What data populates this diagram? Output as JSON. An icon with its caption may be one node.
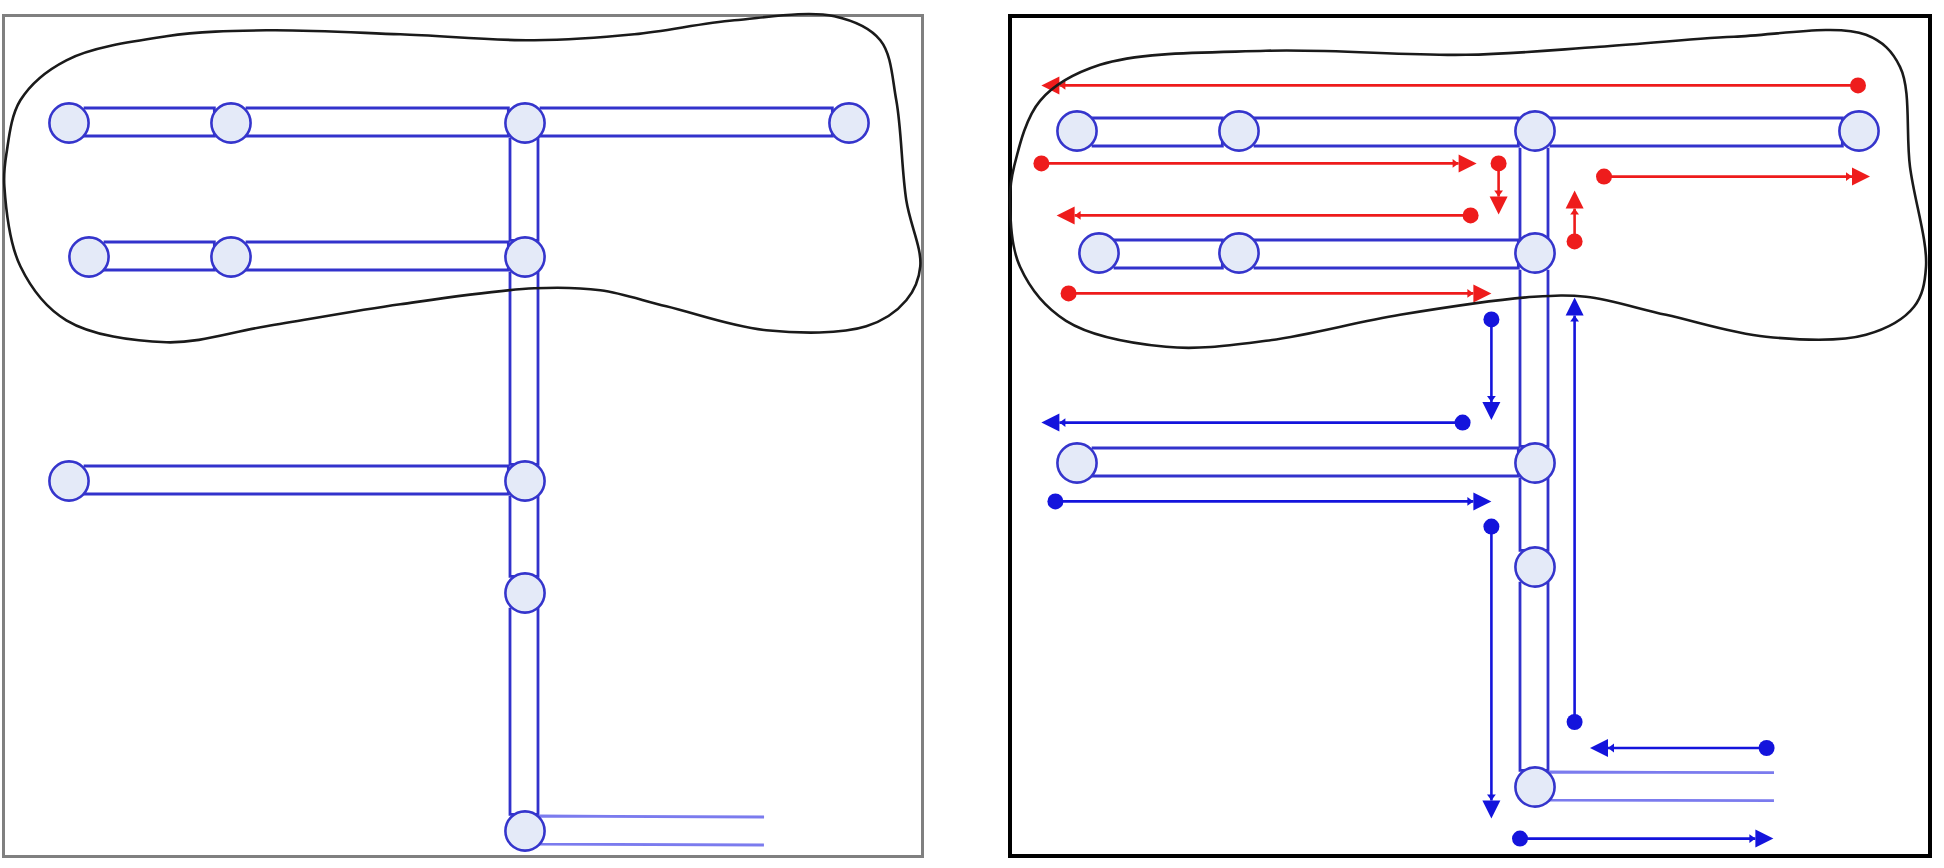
{
  "diagram": {
    "nodes": [
      {
        "text": [],
        "shape": "box"
      },
      {
        "text": [],
        "shape": "cloud",
        "in": 0
      },
      {
        "text": [],
        "shape": "circle",
        "in": 1
      },
      {
        "text": [],
        "shape": "circle",
        "in": 1
      },
      {
        "text": [],
        "shape": "circle",
        "in": 1
      },
      {
        "text": [],
        "shape": "circle",
        "in": 1
      },
      {
        "text": [],
        "shape": "circle",
        "in": 1
      },
      {
        "text": [],
        "shape": "circle",
        "in": 1
      },
      {
        "text": [],
        "shape": "circle",
        "in": 1
      },
      {
        "text": [],
        "shape": "circle",
        "in": 0
      },
      {
        "text": [],
        "shape": "circle",
        "in": 0
      },
      {
        "text": [],
        "shape": "circle",
        "in": 0
      },
      {
        "text": [],
        "shape": "circle",
        "in": 0
      },
      {
        "text": [],
        "shape": "box"
      },
      {
        "text": [],
        "shape": "cloud",
        "in": 13
      },
      {
        "text": [],
        "shape": "circle",
        "in": 14
      },
      {
        "text": [],
        "shape": "circle",
        "in": 14
      },
      {
        "text": [],
        "shape": "circle",
        "in": 14
      },
      {
        "text": [],
        "shape": "circle",
        "in": 14
      },
      {
        "text": [],
        "shape": "circle",
        "in": 14
      },
      {
        "text": [],
        "shape": "circle",
        "in": 14
      },
      {
        "text": [],
        "shape": "circle",
        "in": 14
      },
      {
        "text": [],
        "shape": "circle",
        "in": 13
      },
      {
        "text": [],
        "shape": "circle",
        "in": 13
      },
      {
        "text": [],
        "shape": "circle",
        "in": 13
      },
      {
        "text": [],
        "shape": "circle",
        "in": 13
      }
    ],
    "edges": [
      {
        "from": 2,
        "to": 3,
        "arrow": "none"
      },
      {
        "from": 3,
        "to": 4,
        "arrow": "none"
      },
      {
        "from": 4,
        "to": 5,
        "arrow": "none"
      },
      {
        "from": 6,
        "to": 7,
        "arrow": "none"
      },
      {
        "from": 7,
        "to": 8,
        "arrow": "none"
      },
      {
        "from": 4,
        "to": 8,
        "arrow": "none"
      },
      {
        "from": 8,
        "to": 10,
        "arrow": "none"
      },
      {
        "from": 9,
        "to": 10,
        "arrow": "none"
      },
      {
        "from": 10,
        "to": 11,
        "arrow": "none"
      },
      {
        "from": 11,
        "to": 12,
        "arrow": "none"
      },
      {
        "from": 12,
        "to": null,
        "arrow": "none",
        "color": "#7b7bee"
      },
      {
        "from": 15,
        "to": 16,
        "arrow": "none"
      },
      {
        "from": 16,
        "to": 17,
        "arrow": "none"
      },
      {
        "from": 17,
        "to": 18,
        "arrow": "none"
      },
      {
        "from": 19,
        "to": 20,
        "arrow": "none"
      },
      {
        "from": 20,
        "to": 21,
        "arrow": "none"
      },
      {
        "from": 17,
        "to": 21,
        "arrow": "none"
      },
      {
        "from": 21,
        "to": 23,
        "arrow": "none"
      },
      {
        "from": 22,
        "to": 23,
        "arrow": "none"
      },
      {
        "from": 23,
        "to": 24,
        "arrow": "none"
      },
      {
        "from": 24,
        "to": 25,
        "arrow": "none"
      },
      {
        "from": 25,
        "to": null,
        "arrow": "none",
        "color": "#7b7bee"
      }
    ]
  }
}
